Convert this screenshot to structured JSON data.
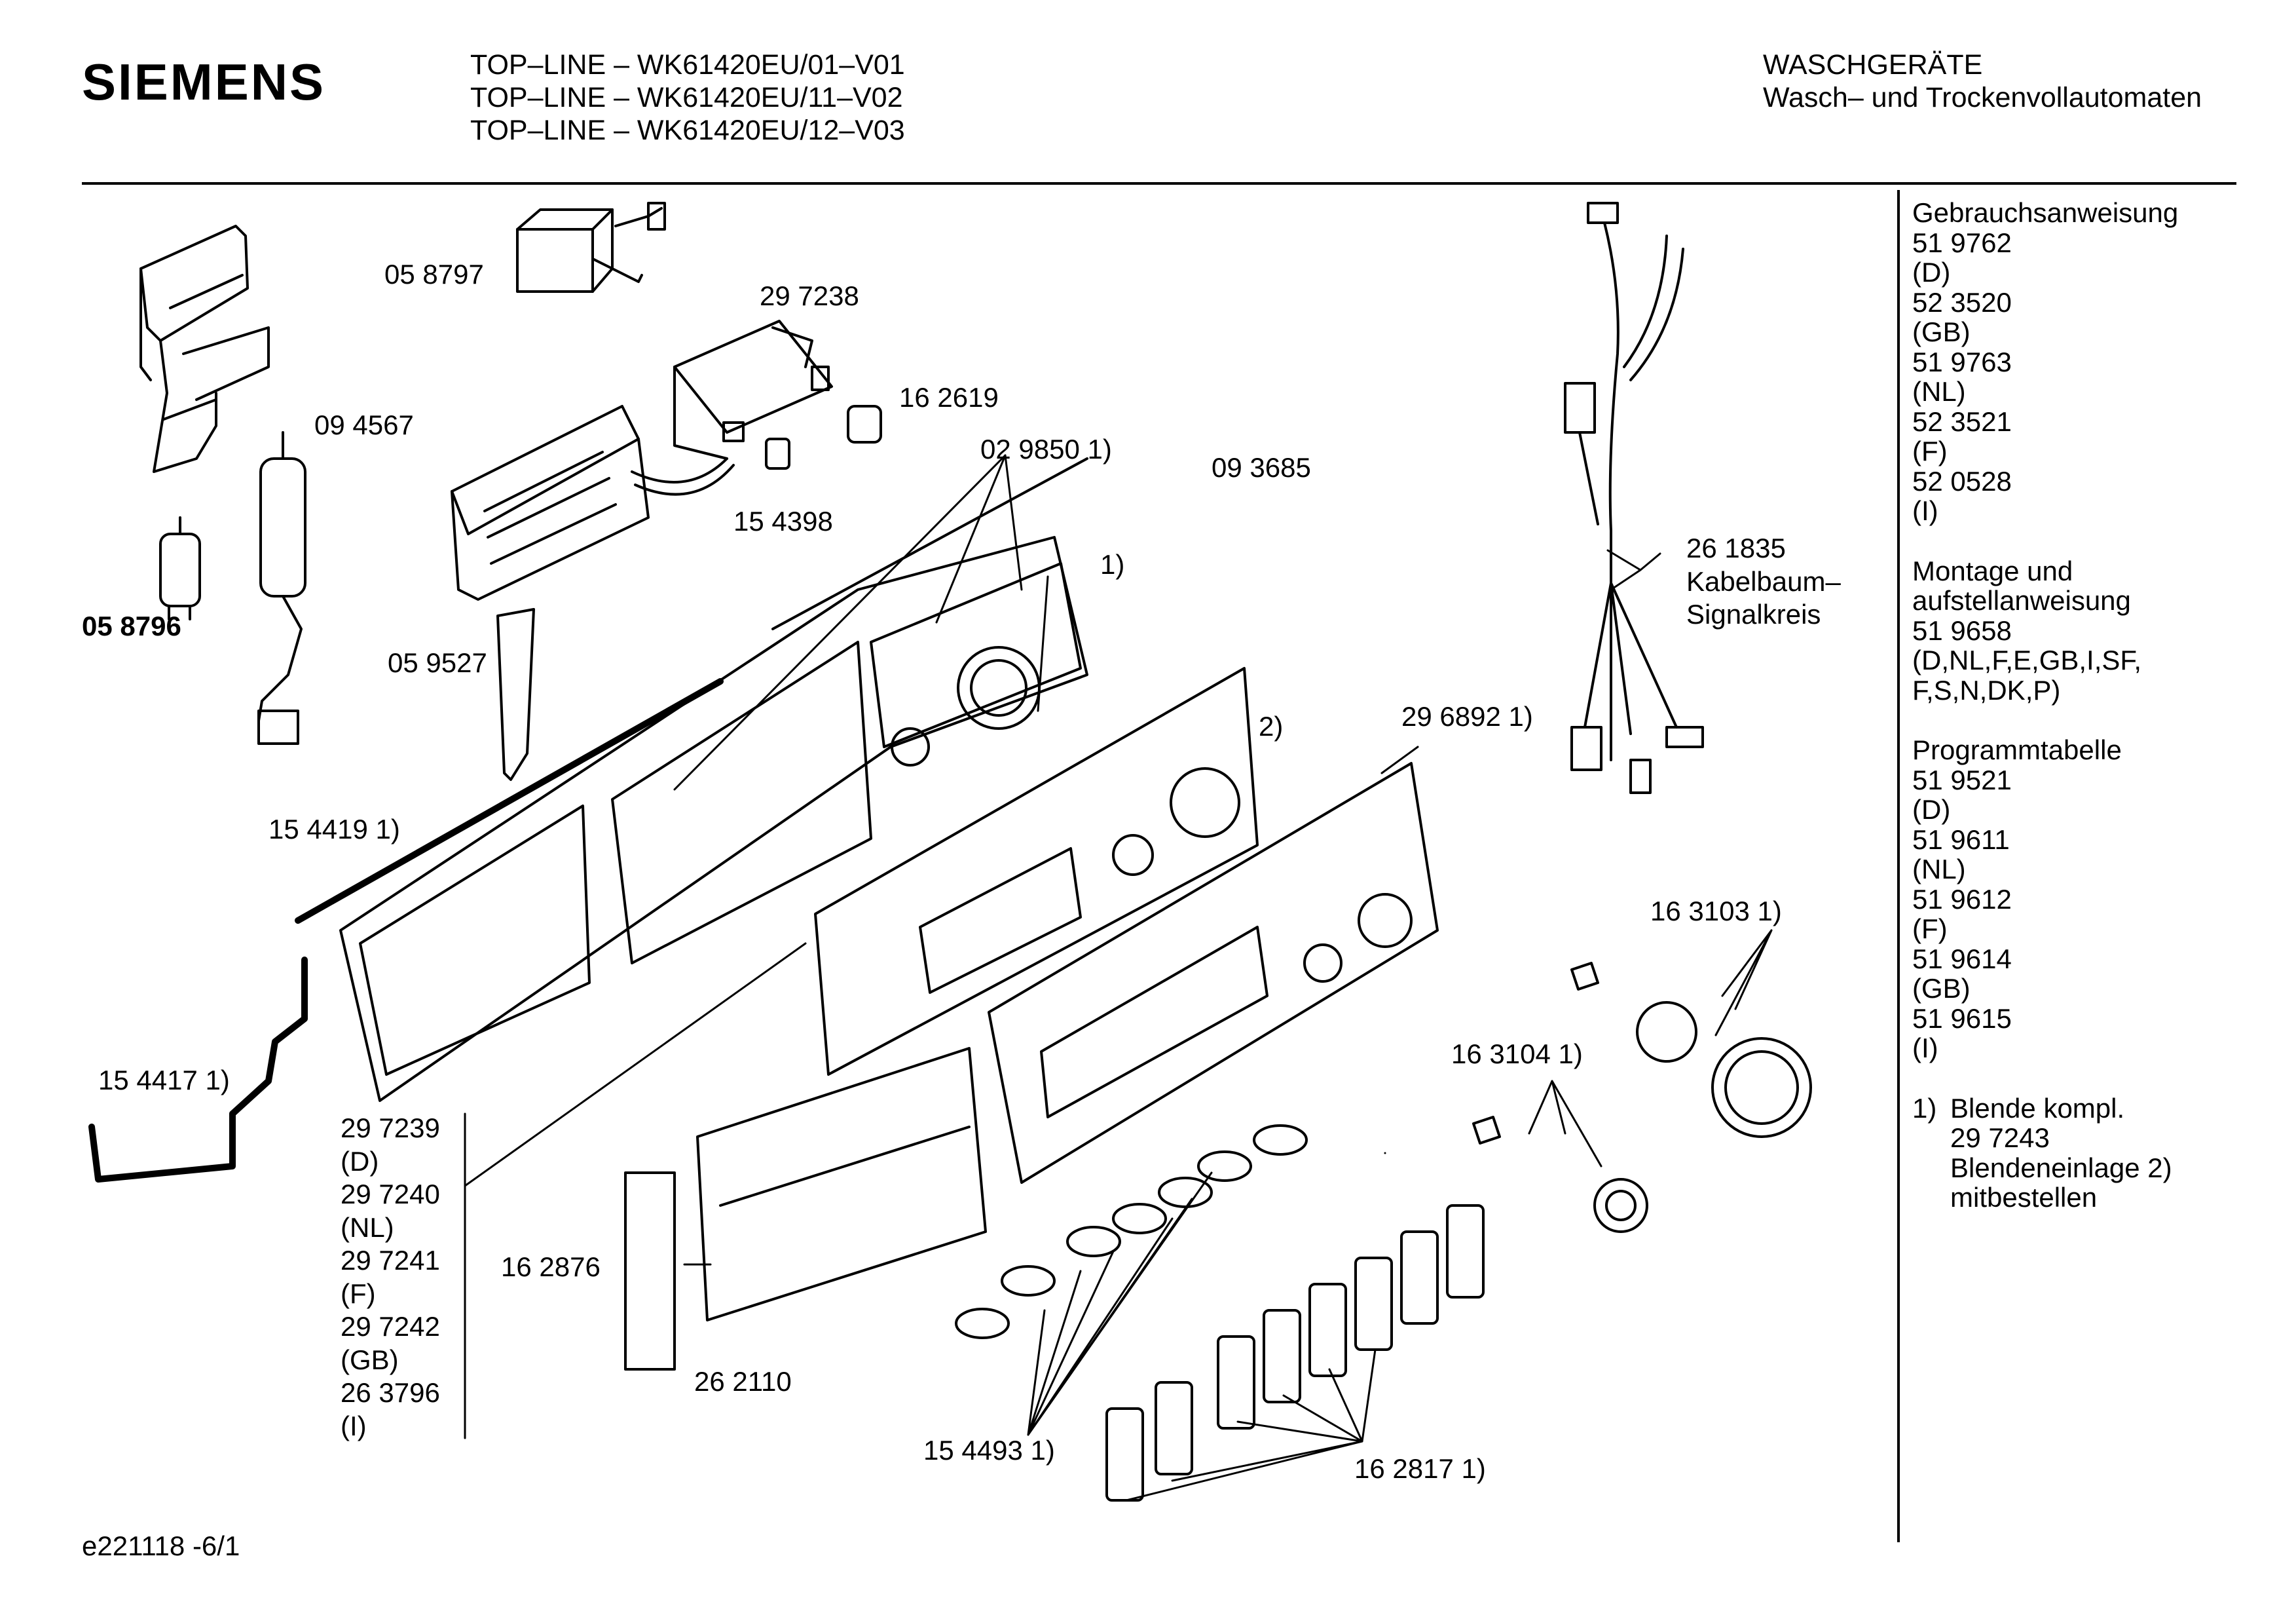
{
  "header": {
    "brand": "SIEMENS",
    "models": [
      "TOP–LINE – WK61420EU/01–V01",
      "TOP–LINE – WK61420EU/11–V02",
      "TOP–LINE – WK61420EU/12–V03"
    ],
    "category": "WASCHGERÄTE",
    "subcategory": "Wasch– und Trockenvollautomaten"
  },
  "parts": {
    "p058797": "05 8797",
    "p297238": "29 7238",
    "p094567": "09 4567",
    "p162619": "16 2619",
    "p029850": "02 9850 1)",
    "p093685": "09 3685",
    "p154398": "15 4398",
    "p058796": "05 8796",
    "p059527": "05 9527",
    "note1": "1)",
    "note2": "2)",
    "p296892": "29 6892 1)",
    "p154419": "15 4419 1)",
    "p154417": "15 4417 1)",
    "p163103": "16 3103 1)",
    "p163104": "16 3104 1)",
    "p162876": "16 2876",
    "p262110": "26 2110",
    "p154493": "15 4493 1)",
    "p162817": "16 2817 1)",
    "p261835": [
      "26 1835",
      "Kabelbaum–",
      "Signalkreis"
    ],
    "panel_variants": [
      "29 7239",
      "(D)",
      "29 7240",
      "(NL)",
      "29 7241",
      "(F)",
      "29 7242",
      "(GB)",
      "26 3796",
      "(I)"
    ]
  },
  "documents": {
    "manual": {
      "title": "Gebrauchsanweisung",
      "lines": [
        "51 9762",
        "(D)",
        "52 3520",
        "(GB)",
        "51 9763",
        "(NL)",
        "52 3521",
        "(F)",
        "52 0528",
        "(I)"
      ]
    },
    "installation": {
      "title_lines": [
        "Montage und",
        "aufstellanweisung"
      ],
      "lines": [
        "51 9658",
        "(D,NL,F,E,GB,I,SF,",
        "F,S,N,DK,P)"
      ]
    },
    "program": {
      "title": "Programmtabelle",
      "lines": [
        "51 9521",
        "(D)",
        "51 9611",
        "(NL)",
        "51 9612",
        "(F)",
        "51 9614",
        "(GB)",
        "51 9615",
        "(I)"
      ]
    },
    "note": {
      "number": "1)",
      "lines": [
        "Blende kompl.",
        "29 7243",
        "Blendeneinlage 2)",
        "mitbestellen"
      ]
    }
  },
  "footer": {
    "code": "e221118 -6/1"
  }
}
